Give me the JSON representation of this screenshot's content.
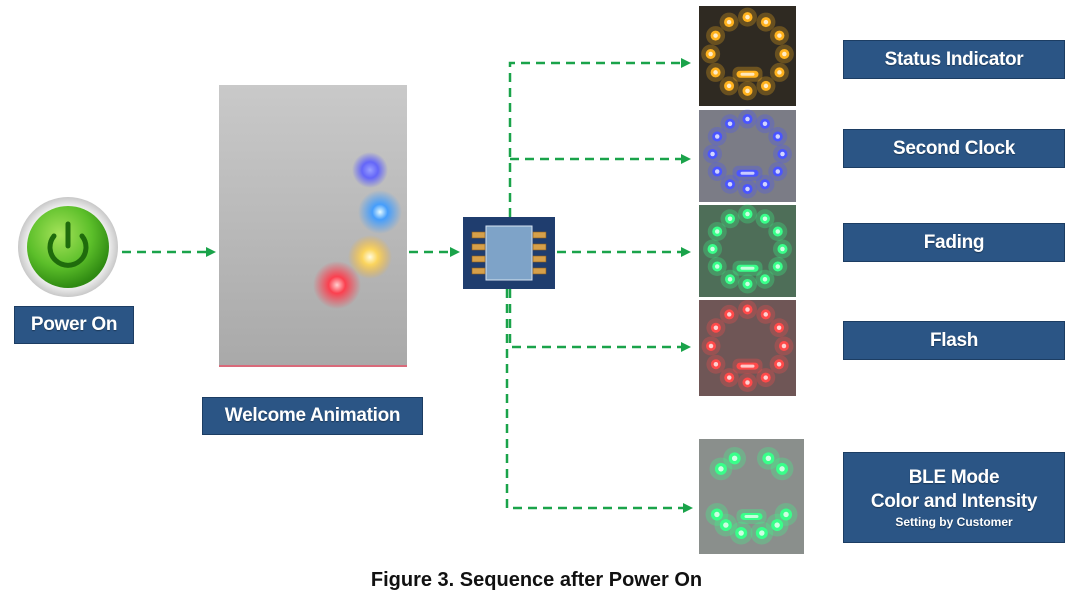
{
  "labels": {
    "power_on": "Power On",
    "welcome_animation": "Welcome Animation",
    "status_indicator": "Status Indicator",
    "second_clock": "Second Clock",
    "fading": "Fading",
    "flash": "Flash",
    "ble_mode_line1": "BLE Mode",
    "ble_mode_line2": "Color and Intensity",
    "ble_mode_line3": "Setting by Customer"
  },
  "caption": "Figure 3. Sequence after Power On",
  "colors": {
    "label_bg": "#2b5585",
    "arrow": "#1aa34a",
    "power_button": "#5cbf2a",
    "led_amber": "#ffb21e",
    "led_blue": "#4a55ff",
    "led_green": "#39ff8a",
    "led_red": "#ff4a4a",
    "chip_body": "#7ea3c8",
    "chip_frame": "#1f3d6e"
  },
  "icons": {
    "power": "power-icon",
    "chip": "ic-chip-icon"
  },
  "led_panels": [
    {
      "mode": "status-indicator",
      "color": "#ffb21e",
      "background": "#2f2a22",
      "pattern": "full-ring"
    },
    {
      "mode": "second-clock",
      "color": "#4a55ff",
      "background": "#7b7c86",
      "pattern": "full-ring"
    },
    {
      "mode": "fading",
      "color": "#39ff8a",
      "background": "#4e6e58",
      "pattern": "full-ring"
    },
    {
      "mode": "flash",
      "color": "#ff4a4a",
      "background": "#6f5656",
      "pattern": "full-ring"
    },
    {
      "mode": "ble-mode",
      "color": "#39ff8a",
      "background": "#8a8f8c",
      "pattern": "partial-ring"
    }
  ]
}
